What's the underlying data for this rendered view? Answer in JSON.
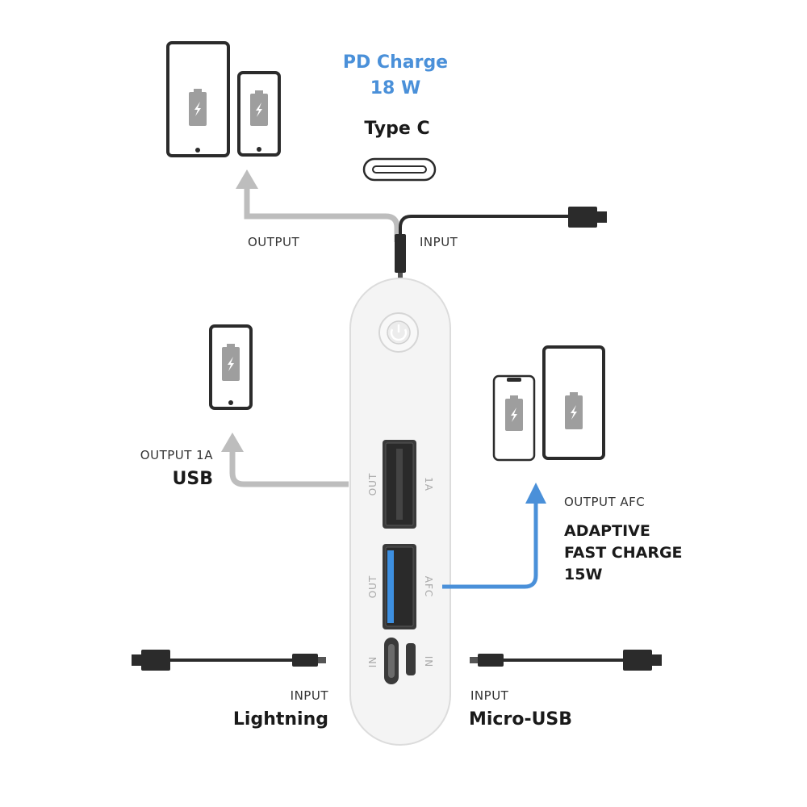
{
  "top": {
    "pd_line1": "PD Charge",
    "pd_line2": "18 W",
    "type_c": "Type C",
    "output": "OUTPUT",
    "input": "INPUT"
  },
  "left_usb": {
    "label_small": "OUTPUT 1A",
    "label_big": "USB"
  },
  "right_afc": {
    "label_small": "OUTPUT AFC",
    "line1": "ADAPTIVE",
    "line2": "FAST CHARGE",
    "line3": "15W"
  },
  "bottom_left": {
    "label_small": "INPUT",
    "label_big": "Lightning"
  },
  "bottom_right": {
    "label_small": "INPUT",
    "label_big": "Micro-USB"
  },
  "device_ports": {
    "out": "OUT",
    "one_a": "1A",
    "afc": "AFC",
    "in": "IN"
  },
  "colors": {
    "accent_blue": "#4a90d9",
    "arrow_gray": "#bdbdbd",
    "cable_dark": "#2b2b2b",
    "device_body": "#f2f2f2"
  },
  "icons": [
    "tablet-icon",
    "phone-icon",
    "battery-bolt-icon",
    "power-button-icon",
    "usb-a-port",
    "usb-c-port",
    "micro-usb-port",
    "cable-plug-icon"
  ]
}
